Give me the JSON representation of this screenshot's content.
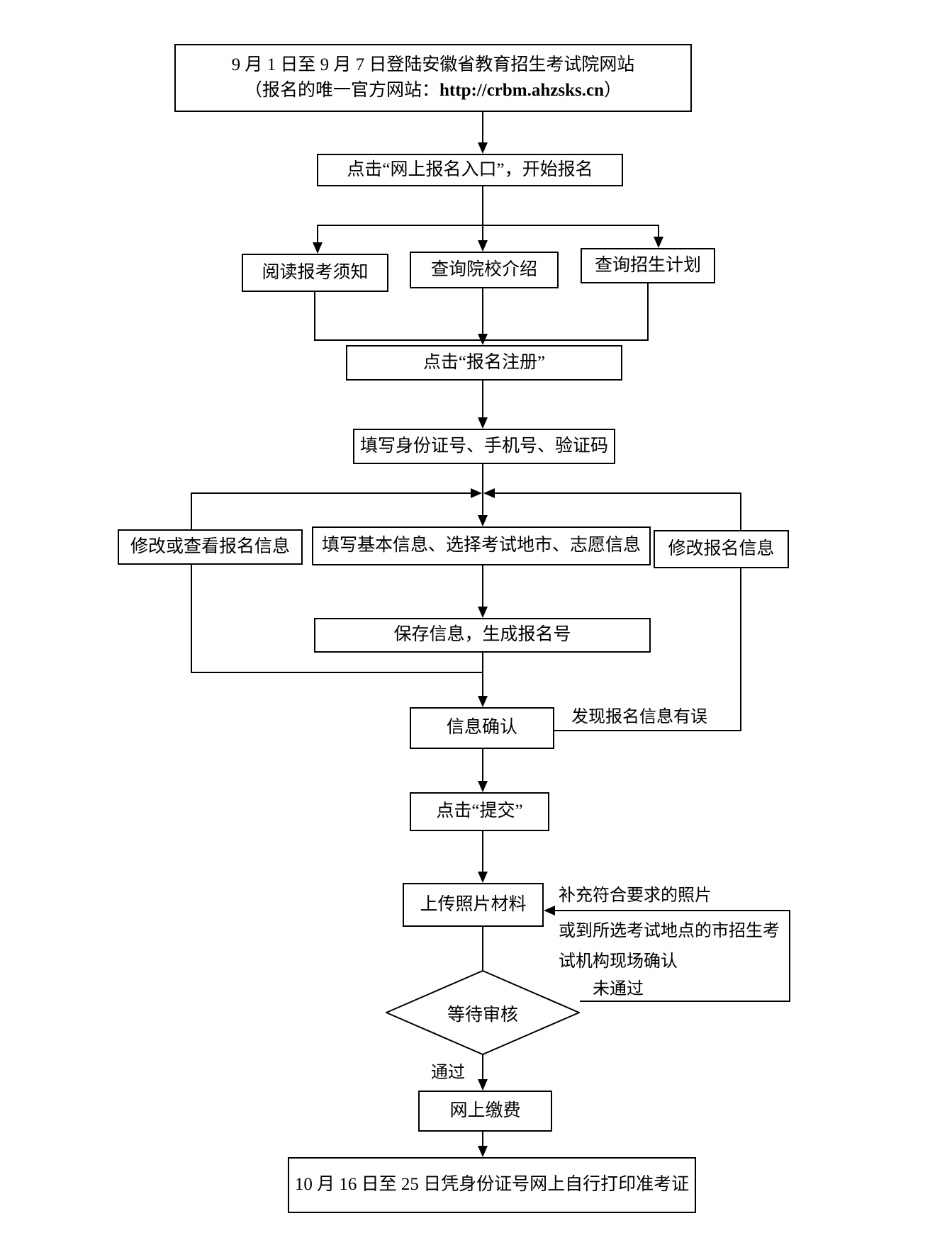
{
  "page": {
    "background": "#ffffff",
    "line_color": "#000000",
    "box_border": "#000000",
    "box_background": "#ffffff"
  },
  "flow": {
    "nodes": {
      "website": {
        "line1": "9 月 1 日至 9 月 7 日登陆安徽省教育招生考试院网站",
        "url_prefix": "（报名的唯一官方网站：",
        "url": "http://crbm.ahzsks.cn",
        "url_suffix": "）"
      },
      "click_entry": "点击“网上报名入口”，开始报名",
      "read_notice": "阅读报考须知",
      "query_college": "查询院校介绍",
      "query_plan": "查询招生计划",
      "register": "点击“报名注册”",
      "fill_id": "填写身份证号、手机号、验证码",
      "modify_or_view": "修改或查看报名信息",
      "fill_basic": "填写基本信息、选择考试地市、志愿信息",
      "modify_info": "修改报名信息",
      "save_info": "保存信息，生成报名号",
      "confirm_info": "信息确认",
      "submit": "点击“提交”",
      "upload_photo": "上传照片材料",
      "wait_review": "等待审核",
      "pay_online": "网上缴费",
      "print_ticket": "10 月 16 日至 25 日凭身份证号网上自行打印准考证"
    },
    "labels": {
      "error_found": "发现报名信息有误",
      "supplement_1": "补充符合要求的照片",
      "supplement_2": "或到所选考试地点的市招生考",
      "supplement_3": "试机构现场确认",
      "not_passed": "未通过",
      "passed": "通过"
    }
  }
}
